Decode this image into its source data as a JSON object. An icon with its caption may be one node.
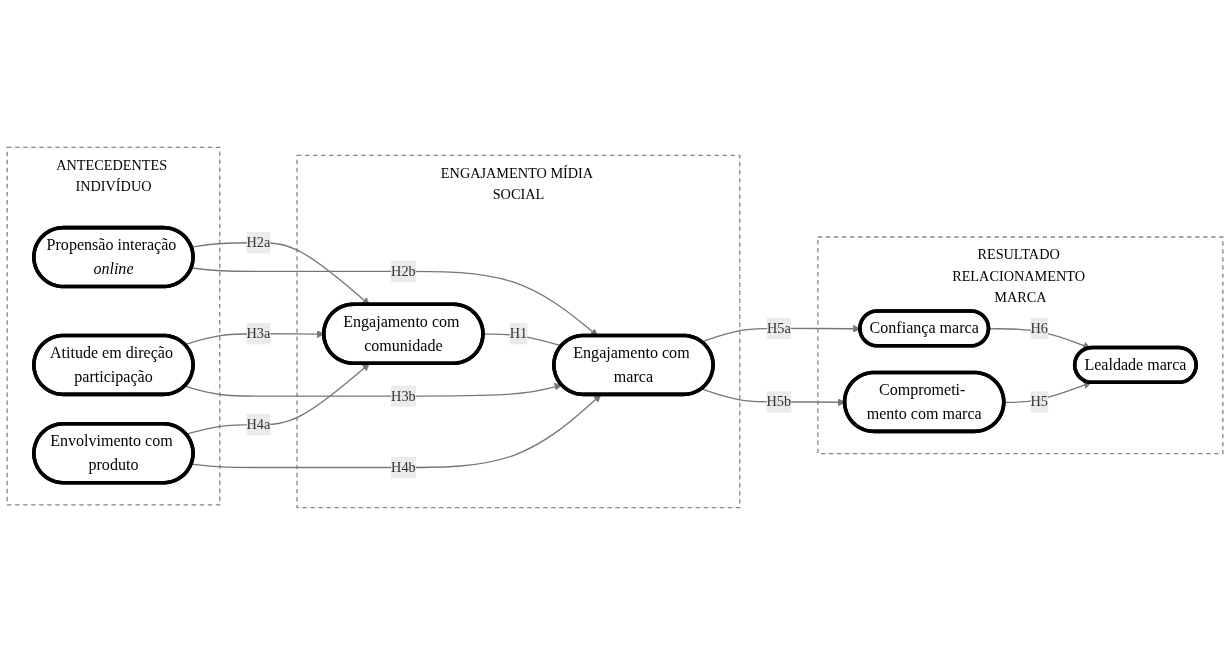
{
  "diagram": {
    "nodes": [
      {
        "text": [
          "ANTECEDENTES INDIVÍDUO"
        ]
      },
      {
        "text": [
          "Propensão interação *online*"
        ],
        "in": 0
      },
      {
        "text": [
          "Atitude em direção participação"
        ],
        "in": 0
      },
      {
        "text": [
          "Envolvimento com produto"
        ],
        "in": 0
      },
      {
        "text": [
          "ENGAJAMENTO MÍDIA SOCIAL"
        ]
      },
      {
        "text": [
          "Engajamento com comunidade"
        ],
        "in": 4
      },
      {
        "text": [
          "Engajamento com marca"
        ],
        "in": 4
      },
      {
        "text": [
          "RESULTADO RELACIONAMENTO MARCA"
        ]
      },
      {
        "text": [
          "Confiança marca"
        ],
        "in": 7
      },
      {
        "text": [
          "Comprometi- mento com marca"
        ],
        "in": 7
      },
      {
        "text": [
          "Lealdade marca"
        ],
        "in": 7
      }
    ],
    "edges": [
      {
        "from": 1,
        "to": 5,
        "arrow": "to",
        "label": "H2a"
      },
      {
        "from": 1,
        "to": 6,
        "arrow": "to",
        "label": "H2b"
      },
      {
        "from": 2,
        "to": 5,
        "arrow": "to",
        "label": "H3a"
      },
      {
        "from": 2,
        "to": 6,
        "arrow": "to",
        "label": "H3b"
      },
      {
        "from": 3,
        "to": 5,
        "arrow": "to",
        "label": "H4a"
      },
      {
        "from": 3,
        "to": 6,
        "arrow": "to",
        "label": "H4b"
      },
      {
        "from": 5,
        "to": 6,
        "arrow": "none",
        "label": "H1"
      },
      {
        "from": 6,
        "to": 8,
        "arrow": "to",
        "label": "H5a"
      },
      {
        "from": 6,
        "to": 9,
        "arrow": "to",
        "label": "H5b"
      },
      {
        "from": 8,
        "to": 10,
        "arrow": "to",
        "label": "H6"
      },
      {
        "from": 9,
        "to": 10,
        "arrow": "to",
        "label": "H5"
      }
    ]
  }
}
